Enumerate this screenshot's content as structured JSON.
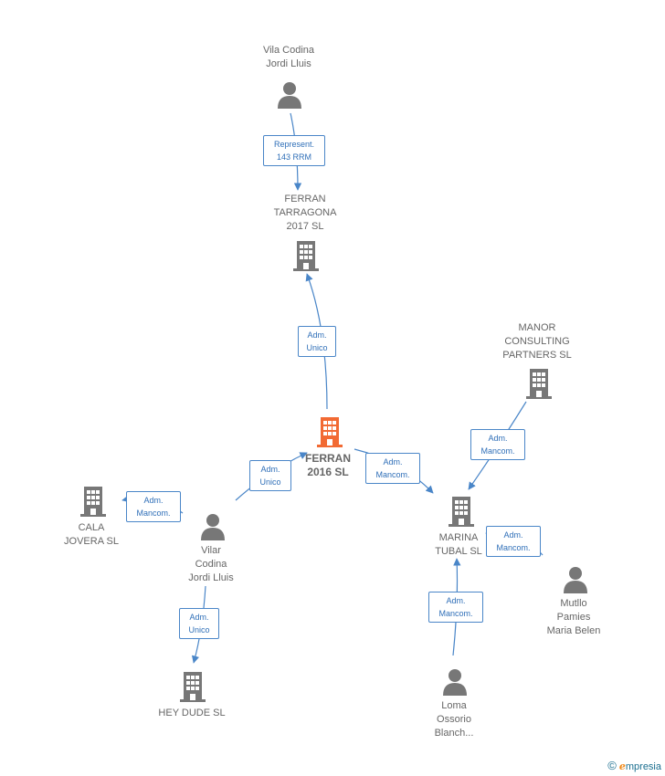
{
  "nodes": {
    "vila_codina": [
      "Vila Codina",
      "Jordi Lluis"
    ],
    "ferran_tarragona": [
      "FERRAN",
      "TARRAGONA",
      "2017  SL"
    ],
    "manor": [
      "MANOR",
      "CONSULTING",
      "PARTNERS  SL"
    ],
    "ferran_2016": [
      "FERRAN",
      "2016  SL"
    ],
    "cala_jovera": [
      "CALA",
      "JOVERA  SL"
    ],
    "vilar_codina": [
      "Vilar",
      "Codina",
      "Jordi Lluis"
    ],
    "marina_tubal": [
      "MARINA",
      "TUBAL  SL"
    ],
    "mutllo": [
      "Mutllo",
      "Pamies",
      "Maria Belen"
    ],
    "hey_dude": [
      "HEY DUDE  SL"
    ],
    "loma": [
      "Loma",
      "Ossorio",
      "Blanch..."
    ]
  },
  "edges": {
    "represent": [
      "Represent.",
      "143 RRM"
    ],
    "adm_unico_1": [
      "Adm.",
      "Unico"
    ],
    "adm_mancom_manor": [
      "Adm.",
      "Mancom."
    ],
    "adm_unico_2": [
      "Adm.",
      "Unico"
    ],
    "adm_mancom_cala": [
      "Adm.",
      "Mancom."
    ],
    "adm_mancom_ferran_marina": [
      "Adm.",
      "Mancom."
    ],
    "adm_mancom_mutllo": [
      "Adm.",
      "Mancom."
    ],
    "adm_unico_hey": [
      "Adm.",
      "Unico"
    ],
    "adm_mancom_loma": [
      "Adm.",
      "Mancom."
    ]
  },
  "colors": {
    "edge": "#4a86c8",
    "company": "#777777",
    "focus_company": "#f26a33",
    "person": "#777777"
  },
  "brand": {
    "copyright": "©",
    "e": "e",
    "name": "mpresia"
  }
}
